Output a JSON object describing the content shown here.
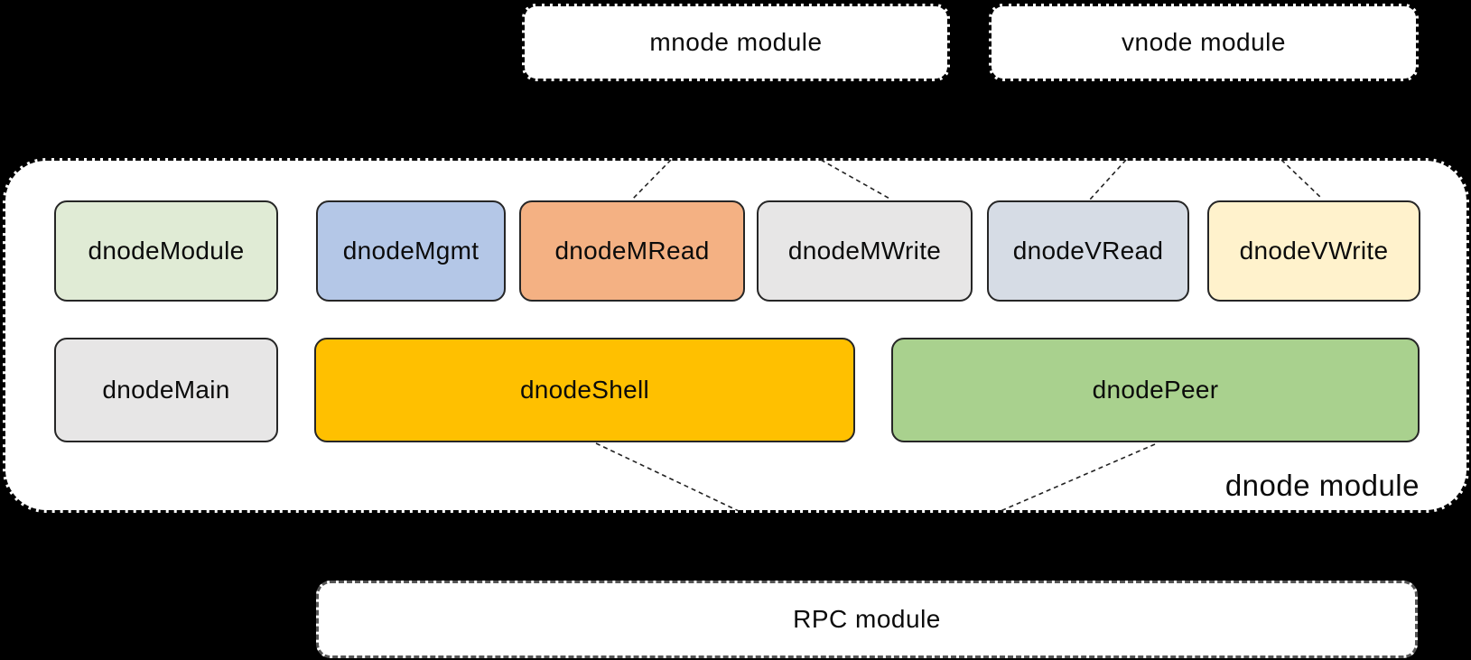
{
  "diagram": {
    "background": "#000000",
    "surface": "#ffffff",
    "top_modules": [
      {
        "label": "mnode module"
      },
      {
        "label": "vnode module"
      }
    ],
    "dnode": {
      "label": "dnode module",
      "row1": [
        {
          "label": "dnodeModule",
          "fill": "#E0EBD5"
        },
        {
          "label": "dnodeMgmt",
          "fill": "#B4C7E7"
        },
        {
          "label": "dnodeMRead",
          "fill": "#F4B183"
        },
        {
          "label": "dnodeMWrite",
          "fill": "#E7E6E6"
        },
        {
          "label": "dnodeVRead",
          "fill": "#D6DCE5"
        },
        {
          "label": "dnodeVWrite",
          "fill": "#FFF2CC"
        }
      ],
      "row2": [
        {
          "label": "dnodeMain",
          "fill": "#E7E6E6"
        },
        {
          "label": "dnodeShell",
          "fill": "#FFC000"
        },
        {
          "label": "dnodePeer",
          "fill": "#A9D18E"
        }
      ]
    },
    "rpc": {
      "label": "RPC module"
    },
    "colors": {
      "box_border": "#262626",
      "container_border": "#000000",
      "rpc_border": "#555555",
      "connector": "#222222"
    }
  }
}
